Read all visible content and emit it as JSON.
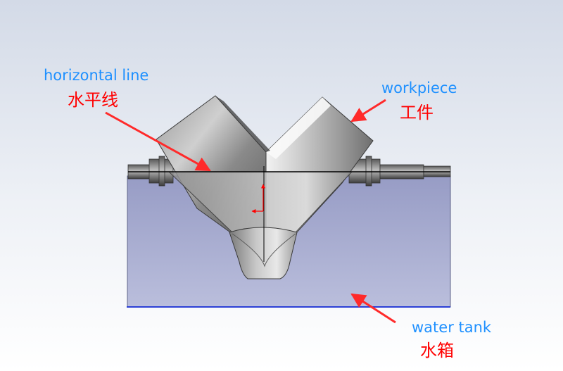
{
  "labels": {
    "horizontal_line_en": "horizontal line",
    "horizontal_line_zh": "水平线",
    "workpiece_en": "workpiece",
    "workpiece_zh": "工件",
    "water_tank_en": "water tank",
    "water_tank_zh": "水箱"
  },
  "colors": {
    "background_top": "#d4dbe8",
    "background_bottom": "#ffffff",
    "english_label": "#1e90ff",
    "chinese_label": "#ff0000",
    "arrow": "#ff2a2a",
    "water_top": "#9ba0c8",
    "water_bottom": "#b9bddb",
    "tank_bottom_edge": "#2b3fd6",
    "metal_dark": "#6b6b6b",
    "metal_light": "#e6e6e6"
  }
}
